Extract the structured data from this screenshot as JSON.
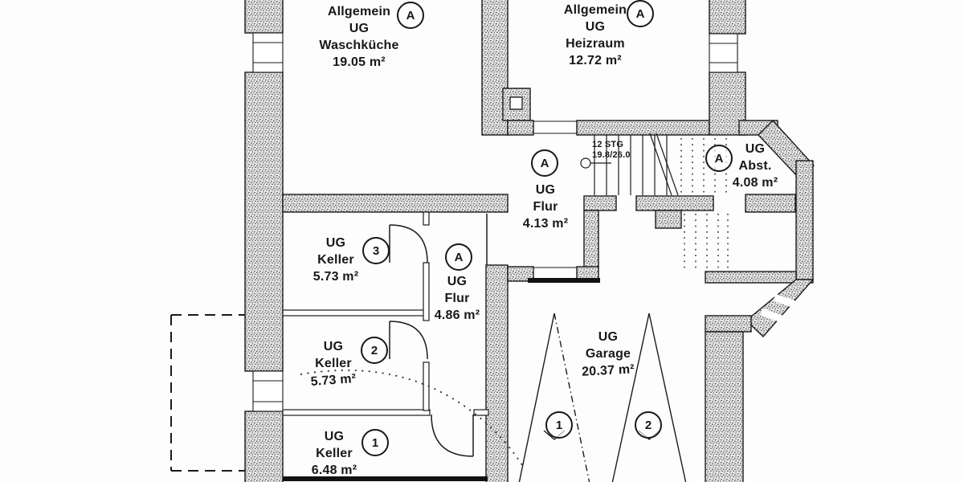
{
  "plan": {
    "floor": "UG",
    "rooms": {
      "waschkueche": {
        "zone": "Allgemein",
        "floor": "UG",
        "name": "Waschküche",
        "area": "19.05 m²",
        "tag": "A"
      },
      "heizraum": {
        "zone": "Allgemein",
        "floor": "UG",
        "name": "Heizraum",
        "area": "12.72 m²",
        "tag": "A"
      },
      "flur_mitte": {
        "floor": "UG",
        "name": "Flur",
        "area": "4.13 m²",
        "tag": "A"
      },
      "abstellraum": {
        "floor": "UG",
        "name": "Abst.",
        "area": "4.08 m²",
        "tag": "A"
      },
      "keller3": {
        "floor": "UG",
        "name": "Keller",
        "area": "5.73 m²",
        "tag": "3"
      },
      "flur_keller": {
        "floor": "UG",
        "name": "Flur",
        "area": "4.86 m²",
        "tag": "A"
      },
      "keller2": {
        "floor": "UG",
        "name": "Keller",
        "area": "5.73 m²",
        "tag": "2"
      },
      "keller1": {
        "floor": "UG",
        "name": "Keller",
        "area": "6.48 m²",
        "tag": "1"
      },
      "garage": {
        "floor": "UG",
        "name": "Garage",
        "area": "20.37 m²",
        "space1": "1",
        "space2": "2"
      }
    },
    "stairs": {
      "steps": "12 STG",
      "dimensions": "19.8/26.0"
    }
  }
}
